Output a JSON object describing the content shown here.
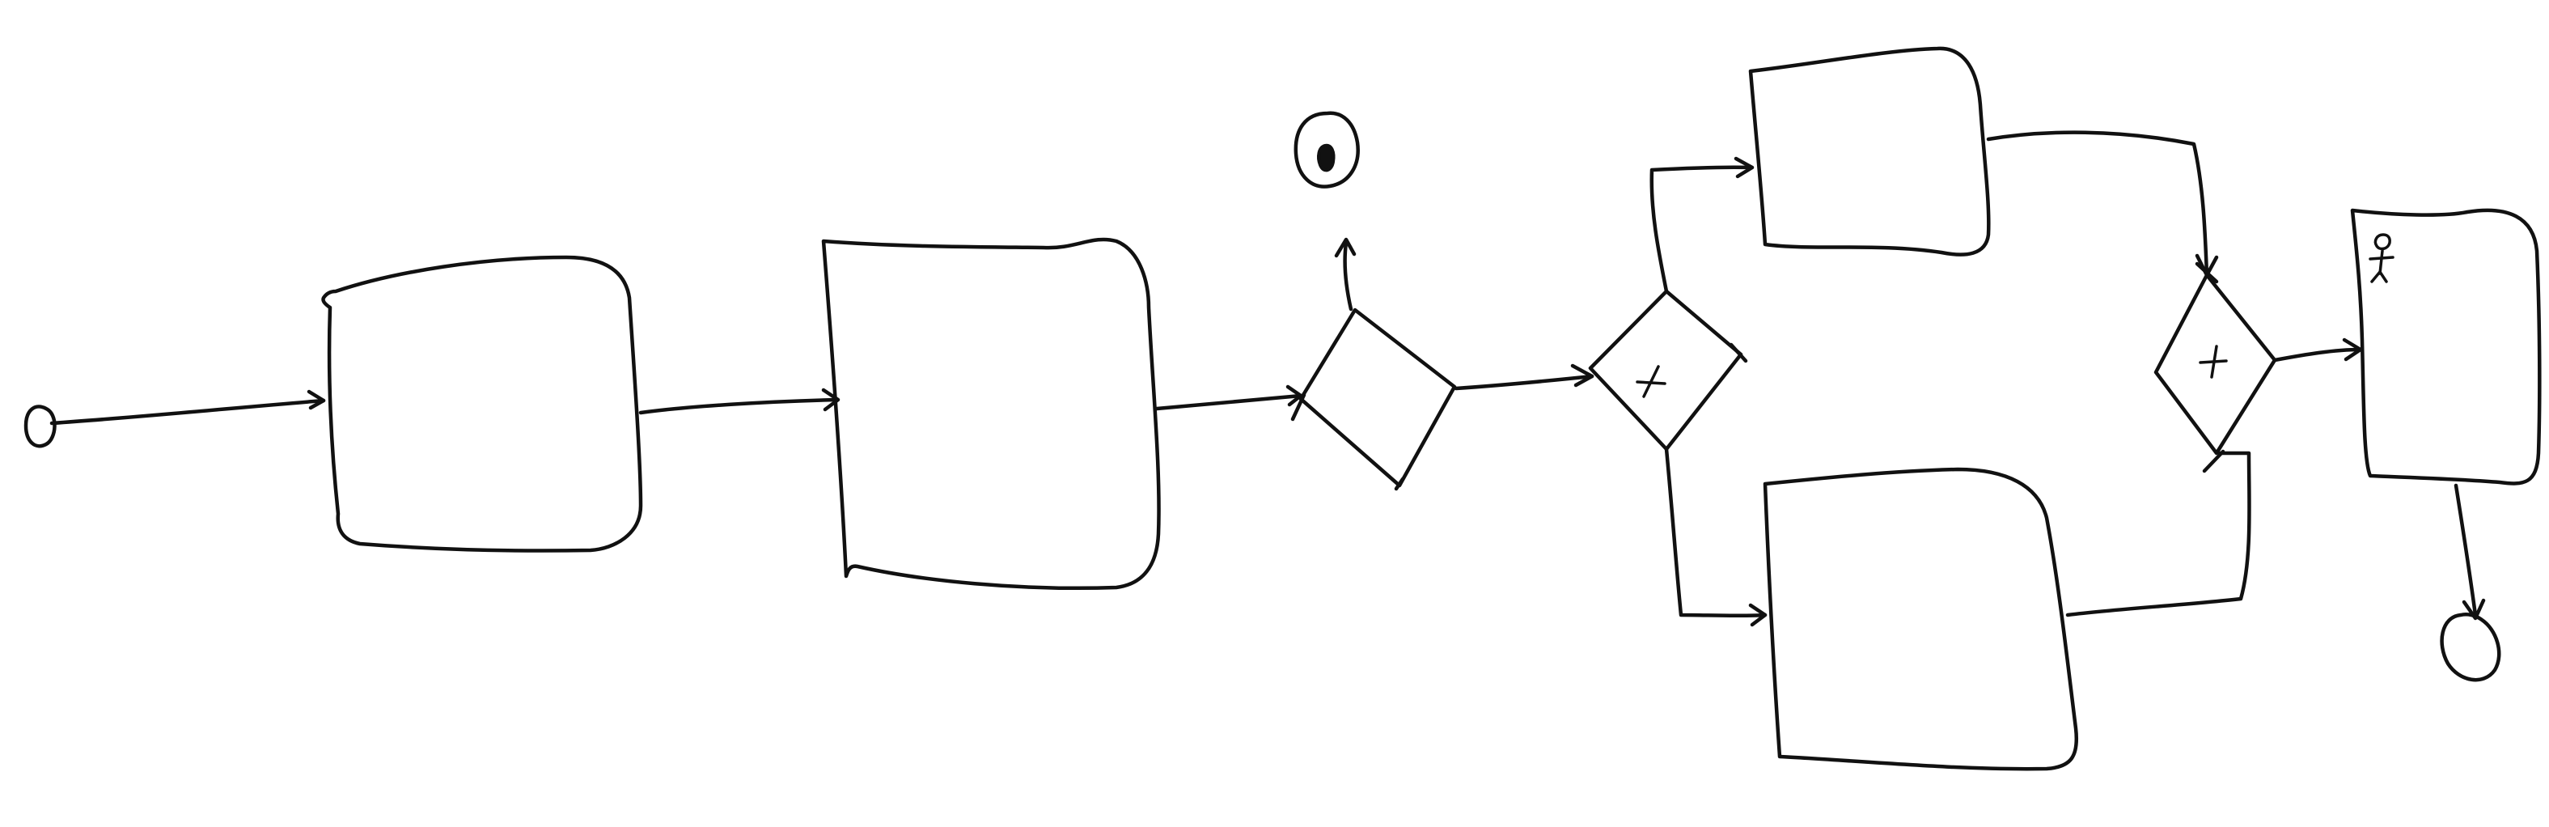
{
  "diagram": {
    "type": "hand-drawn process flow",
    "ink_color": "#111111",
    "background_color": "#ffffff",
    "nodes": [
      {
        "id": "start-event",
        "shape": "small circle"
      },
      {
        "id": "task-1",
        "shape": "rounded rectangle"
      },
      {
        "id": "task-2",
        "shape": "rounded rectangle"
      },
      {
        "id": "exclusive-gateway",
        "shape": "diamond"
      },
      {
        "id": "terminate-end-event",
        "shape": "circle with filled dot"
      },
      {
        "id": "parallel-split-gateway",
        "shape": "diamond with plus"
      },
      {
        "id": "task-3-upper",
        "shape": "rounded rectangle"
      },
      {
        "id": "task-4-lower",
        "shape": "rounded rectangle"
      },
      {
        "id": "parallel-join-gateway",
        "shape": "diamond with plus"
      },
      {
        "id": "user-task",
        "shape": "rounded rectangle with person icon"
      },
      {
        "id": "end-event",
        "shape": "circle"
      }
    ],
    "edges": [
      {
        "from": "start-event",
        "to": "task-1"
      },
      {
        "from": "task-1",
        "to": "task-2"
      },
      {
        "from": "task-2",
        "to": "exclusive-gateway"
      },
      {
        "from": "exclusive-gateway",
        "to": "terminate-end-event"
      },
      {
        "from": "exclusive-gateway",
        "to": "parallel-split-gateway"
      },
      {
        "from": "parallel-split-gateway",
        "to": "task-3-upper"
      },
      {
        "from": "parallel-split-gateway",
        "to": "task-4-lower"
      },
      {
        "from": "task-3-upper",
        "to": "parallel-join-gateway"
      },
      {
        "from": "task-4-lower",
        "to": "parallel-join-gateway"
      },
      {
        "from": "parallel-join-gateway",
        "to": "user-task"
      },
      {
        "from": "user-task",
        "to": "end-event"
      }
    ]
  }
}
